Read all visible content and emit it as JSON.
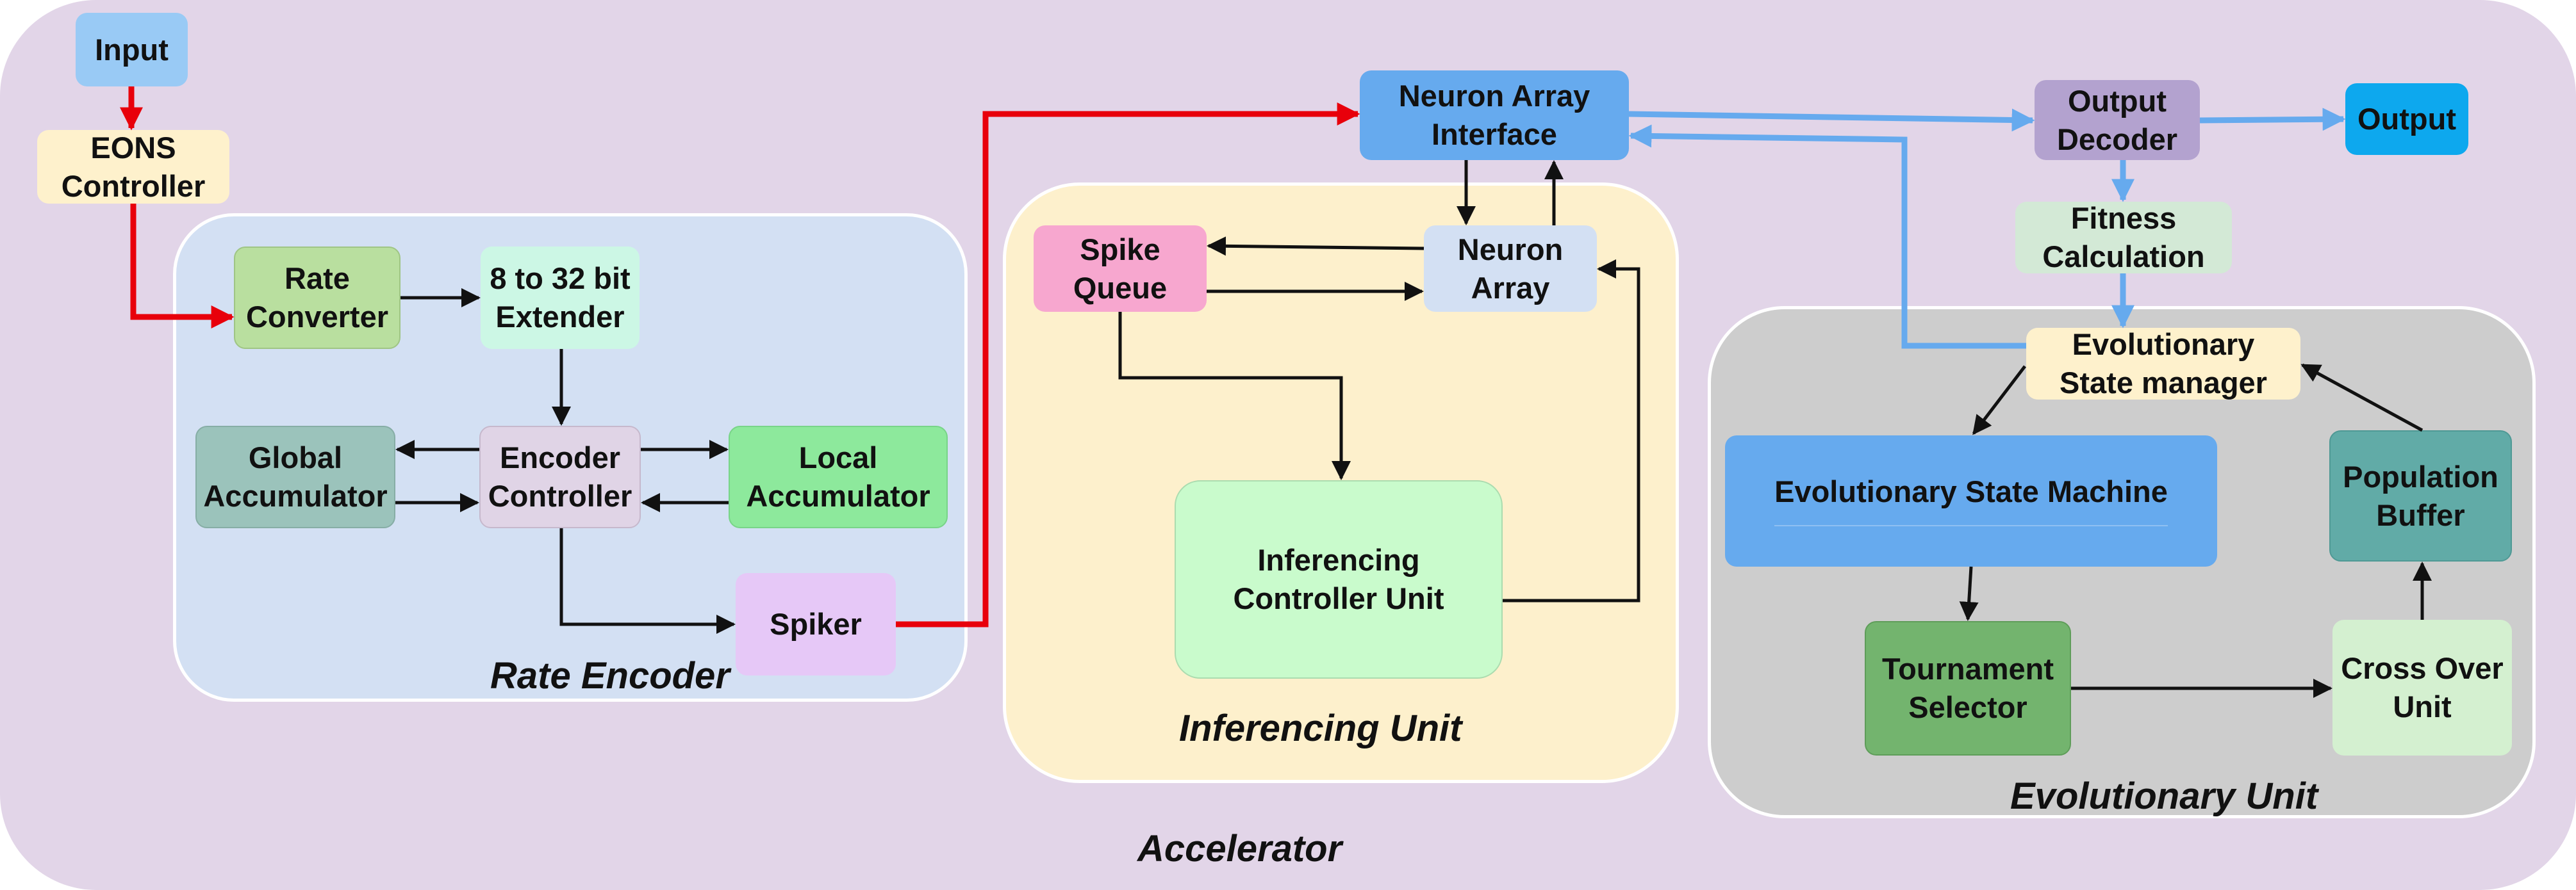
{
  "regions": {
    "accelerator": "Accelerator",
    "rate_encoder": "Rate Encoder",
    "inferencing_unit": "Inferencing Unit",
    "evolutionary_unit": "Evolutionary Unit"
  },
  "blocks": {
    "input": "Input",
    "eons_controller": "EONS\nController",
    "rate_converter": "Rate\nConverter",
    "extender": "8 to 32 bit\nExtender",
    "global_accumulator": "Global\nAccumulator",
    "encoder_controller": "Encoder\nController",
    "local_accumulator": "Local\nAccumulator",
    "spiker": "Spiker",
    "neuron_array_interface": "Neuron Array\nInterface",
    "spike_queue": "Spike\nQueue",
    "neuron_array": "Neuron\nArray",
    "inferencing_controller_unit": "Inferencing\nController Unit",
    "output_decoder": "Output\nDecoder",
    "output": "Output",
    "fitness_calculation": "Fitness\nCalculation",
    "evolutionary_state_manager": "Evolutionary\nState manager",
    "evolutionary_state_machine": "Evolutionary State Machine",
    "population_buffer": "Population\nBuffer",
    "tournament_selector": "Tournament\nSelector",
    "cross_over_unit": "Cross Over\nUnit"
  },
  "colors": {
    "accelerator_bg": "#e2d5e8",
    "rate_encoder_bg": "#d3e0f3",
    "inferencing_bg": "#fdf0cc",
    "evolutionary_bg": "#cdcdcd",
    "control_path": "#e8000b",
    "data_path": "#66aaee",
    "plain_arrow": "#111111"
  }
}
